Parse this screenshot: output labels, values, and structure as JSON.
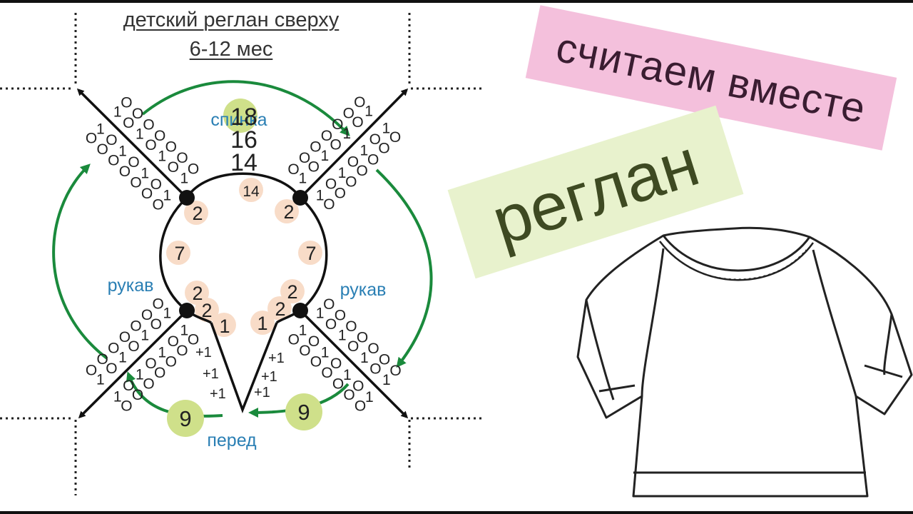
{
  "header": {
    "title": "детский реглан сверху",
    "subtitle": "6-12 мес"
  },
  "banners": {
    "count_together": "считаем вместе",
    "raglan": "реглан"
  },
  "diagram": {
    "labels": {
      "back": "спинка",
      "sleeve_left": "рукав",
      "sleeve_right": "рукав",
      "front": "перед"
    },
    "stitch_counts": {
      "back_steps": [
        "18",
        "16",
        "14"
      ],
      "back_circle": "14",
      "left_shoulder": "2",
      "right_shoulder": "2",
      "left_sleeve": "7",
      "right_sleeve": "7",
      "left_lower_a": "2",
      "left_lower_b": "2",
      "left_front_center": "1",
      "right_lower_a": "2",
      "right_lower_b": "2",
      "right_front_center": "1",
      "front_left": "9",
      "front_right": "9"
    },
    "increase_marks": [
      "+1",
      "+1",
      "+1"
    ],
    "stitch_symbols": {
      "yarn_over": "O",
      "knit": "1"
    }
  },
  "colors": {
    "arrow_green": "#1a8a3c",
    "label_blue": "#2a7fb4",
    "badge_peach": "#f8dcc8",
    "badge_green": "#cfe08a",
    "ink": "#111111"
  }
}
